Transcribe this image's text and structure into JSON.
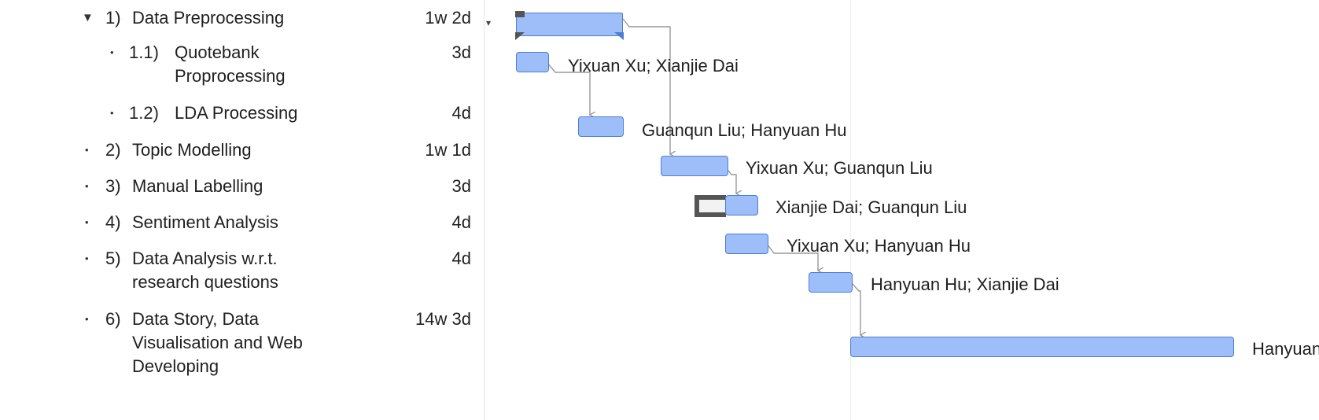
{
  "outline": {
    "tasks": [
      {
        "marker": "▼",
        "number": "1)",
        "name": "Data Preprocessing",
        "name_line2": "",
        "name_line3": "",
        "duration": "1w 2d"
      },
      {
        "marker": "•",
        "number": "1.1)",
        "name": "Quotebank",
        "name_line2": "Proprocessing",
        "name_line3": "",
        "duration": "3d"
      },
      {
        "marker": "•",
        "number": "1.2)",
        "name": "LDA Processing",
        "name_line2": "",
        "name_line3": "",
        "duration": "4d"
      },
      {
        "marker": "•",
        "number": "2)",
        "name": "Topic Modelling",
        "name_line2": "",
        "name_line3": "",
        "duration": "1w 1d"
      },
      {
        "marker": "•",
        "number": "3)",
        "name": "Manual Labelling",
        "name_line2": "",
        "name_line3": "",
        "duration": "3d"
      },
      {
        "marker": "•",
        "number": "4)",
        "name": "Sentiment Analysis",
        "name_line2": "",
        "name_line3": "",
        "duration": "4d"
      },
      {
        "marker": "•",
        "number": "5)",
        "name": "Data Analysis w.r.t.",
        "name_line2": "research questions",
        "name_line3": "",
        "duration": "4d"
      },
      {
        "marker": "•",
        "number": "6)",
        "name": "Data Story, Data",
        "name_line2": "Visualisation and Web",
        "name_line3": "Developing",
        "duration": "14w 3d"
      }
    ]
  },
  "gantt": {
    "collapse_marker": "▾",
    "bars": [
      {
        "task": "Data Preprocessing",
        "label": "",
        "summary": true
      },
      {
        "task": "Quotebank Proprocessing",
        "label": "Yixuan Xu; Xianjie Dai"
      },
      {
        "task": "LDA Processing",
        "label": "Guanqun Liu; Hanyuan Hu"
      },
      {
        "task": "Topic Modelling",
        "label": "Yixuan Xu; Guanqun Liu"
      },
      {
        "task": "Manual Labelling",
        "label": "Xianjie Dai; Guanqun Liu"
      },
      {
        "task": "Sentiment Analysis",
        "label": "Yixuan Xu; Hanyuan Hu"
      },
      {
        "task": "Data Analysis w.r.t. research questions",
        "label": "Hanyuan Hu; Xianjie Dai"
      },
      {
        "task": "Data Story, Data Visualisation and Web Developing",
        "label": "Hanyuan Hu; Xianjie Dai"
      }
    ],
    "colors": {
      "bar_fill": "#9dbef8",
      "bar_border": "#4d7ed4",
      "link": "#9a9a9a",
      "summary_cap": "#555555"
    }
  }
}
